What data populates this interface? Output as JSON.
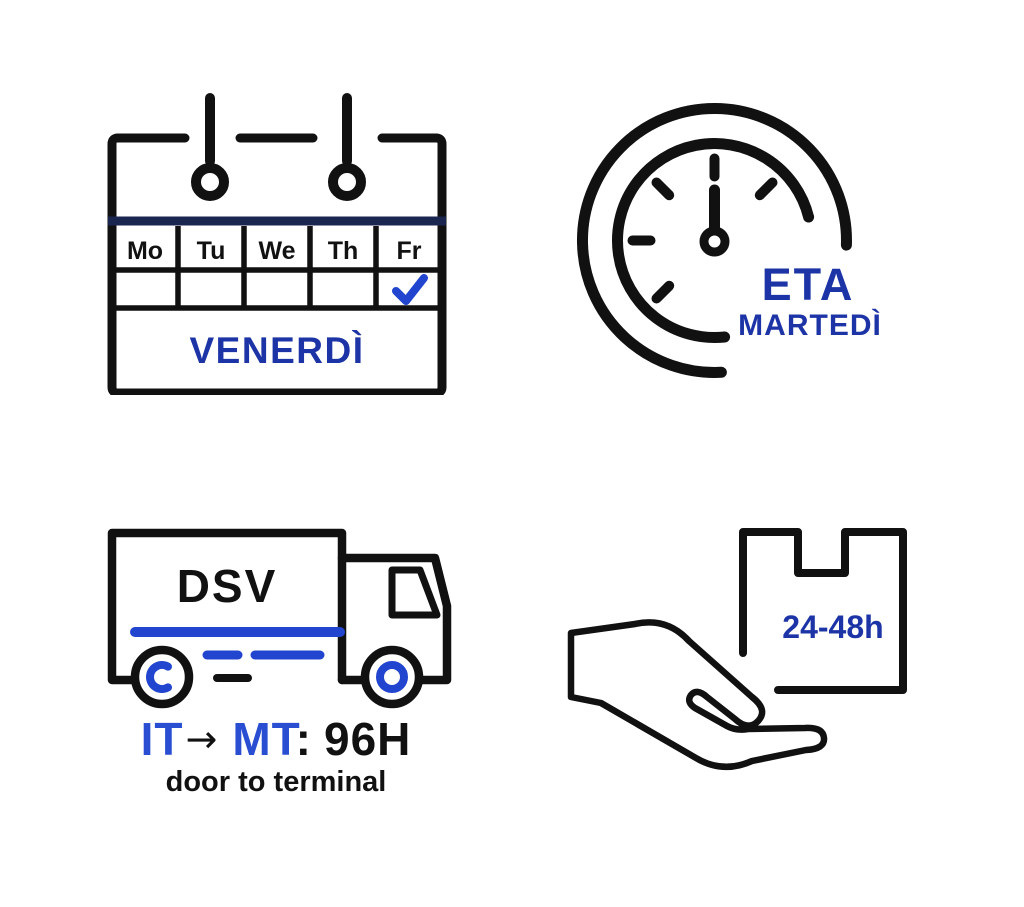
{
  "palette": {
    "ink": "#111111",
    "blue_text": "#1c34a6",
    "blue_bright": "#2a4ed2",
    "blue_line": "#2145ce",
    "navy_bar": "#1b2650",
    "background": "#ffffff"
  },
  "calendar": {
    "days": [
      "Mo",
      "Tu",
      "We",
      "Th",
      "Fr"
    ],
    "selected_day": "Fr",
    "selected_mark": "checkmark",
    "label": "VENERDÌ"
  },
  "clock": {
    "time_shown": "12:00",
    "label_primary": "ETA",
    "label_secondary": "MARTEDÌ"
  },
  "truck": {
    "brand": "DSV",
    "route": {
      "origin": "IT",
      "arrow": "→",
      "destination": "MT",
      "separator": ":",
      "duration": "96H"
    },
    "subtitle": "door to terminal"
  },
  "delivery": {
    "duration_label": "24-48h"
  }
}
